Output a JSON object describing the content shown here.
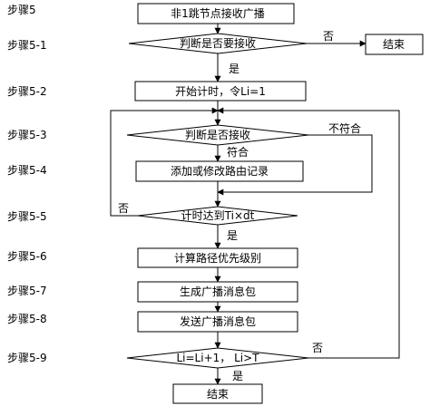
{
  "steps": {
    "s5": "步骤5",
    "s51": "步骤5-1",
    "s52": "步骤5-2",
    "s53": "步骤5-3",
    "s54": "步骤5-4",
    "s55": "步骤5-5",
    "s56": "步骤5-6",
    "s57": "步骤5-7",
    "s58": "步骤5-8",
    "s59": "步骤5-9"
  },
  "nodes": {
    "receive_broadcast": "非1跳节点接收广播",
    "judge_need_receive": "判断是否要接收",
    "end_top": "结束",
    "start_timer": "开始计时，令Li=1",
    "judge_accept": "判断是否接收",
    "add_modify_route": "添加或修改路由记录",
    "timer_reached": "计时达到Ti×dt",
    "compute_priority": "计算路径优先级别",
    "generate_packet": "生成广播消息包",
    "send_packet": "发送广播消息包",
    "loop_check": "Li=Li+1， Li>T",
    "end_bottom": "结束"
  },
  "edge_labels": {
    "no_top": "否",
    "yes_1": "是",
    "not_match": "不符合",
    "match": "符合",
    "no_timer": "否",
    "yes_timer": "是",
    "no_loop": "否",
    "yes_loop": "是"
  }
}
